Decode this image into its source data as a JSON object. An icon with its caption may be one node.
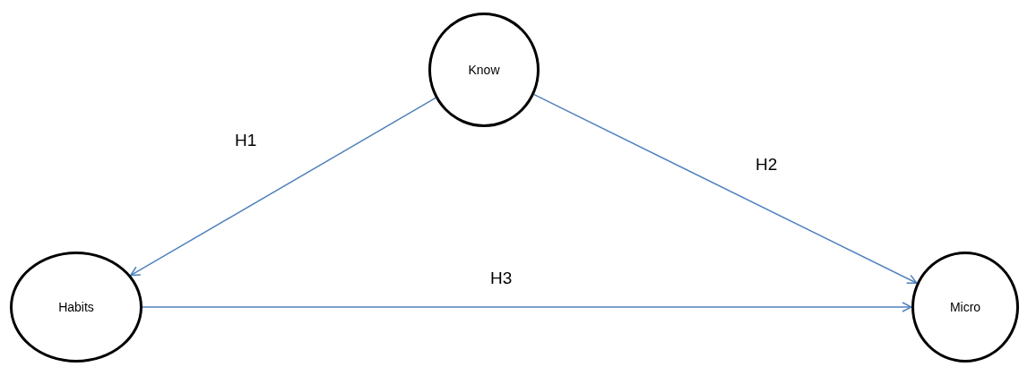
{
  "diagram": {
    "nodes": [
      {
        "text": [
          "Know"
        ]
      },
      {
        "text": [
          "Habits"
        ]
      },
      {
        "text": [
          "Micro"
        ]
      }
    ],
    "edges": [
      {
        "from": 0,
        "to": 1,
        "arrow": "to",
        "label": "H1"
      },
      {
        "from": 0,
        "to": 2,
        "arrow": "to",
        "label": "H2"
      },
      {
        "from": 1,
        "to": 2,
        "arrow": "to",
        "label": "H3"
      }
    ]
  }
}
